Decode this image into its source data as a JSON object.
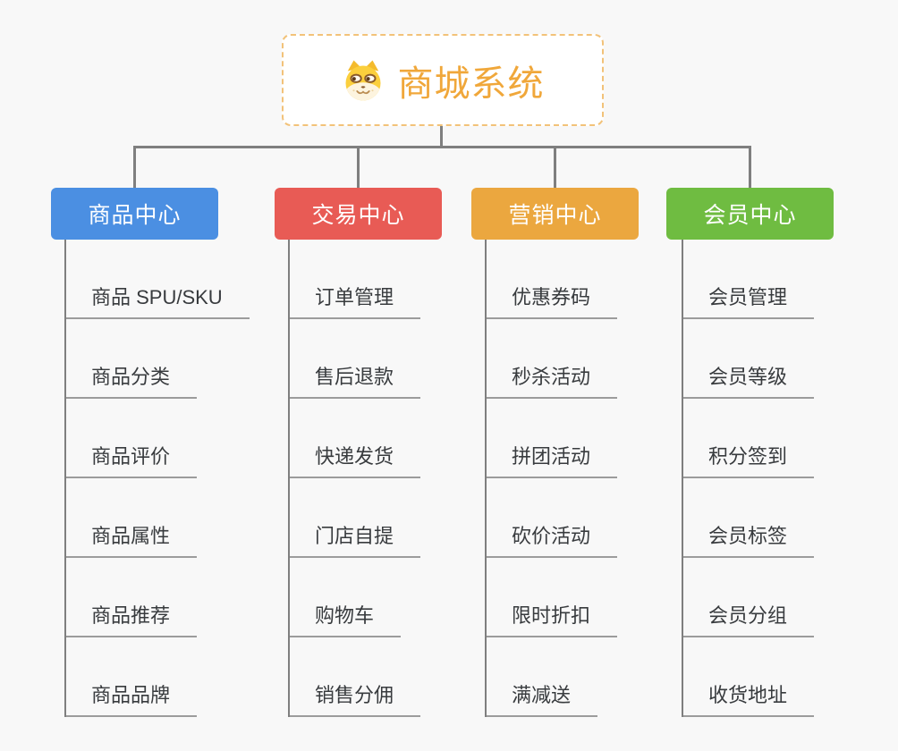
{
  "root": {
    "title": "商城系统",
    "icon": "dog-face-icon"
  },
  "branches": [
    {
      "label": "商品中心",
      "color": "#4b8fe2",
      "children": [
        "商品 SPU/SKU",
        "商品分类",
        "商品评价",
        "商品属性",
        "商品推荐",
        "商品品牌"
      ]
    },
    {
      "label": "交易中心",
      "color": "#e85b55",
      "children": [
        "订单管理",
        "售后退款",
        "快递发货",
        "门店自提",
        "购物车",
        "销售分佣"
      ]
    },
    {
      "label": "营销中心",
      "color": "#eba73f",
      "children": [
        "优惠券码",
        "秒杀活动",
        "拼团活动",
        "砍价活动",
        "限时折扣",
        "满减送"
      ]
    },
    {
      "label": "会员中心",
      "color": "#6fbc41",
      "children": [
        "会员管理",
        "会员等级",
        "积分签到",
        "会员标签",
        "会员分组",
        "收货地址"
      ]
    }
  ],
  "colors": {
    "background": "#f8f8f8",
    "connector": "#7f7f7f",
    "child_underline": "#9c9c9c",
    "child_text": "#383b3e",
    "root_text": "#f0a73a",
    "root_border": "#f2c279"
  }
}
